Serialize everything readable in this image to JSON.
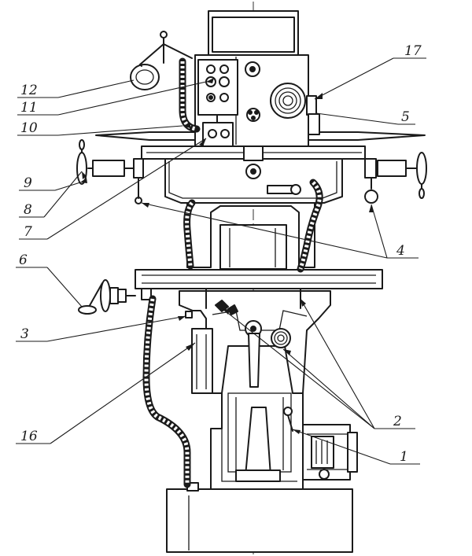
{
  "callouts": [
    {
      "id": "c1",
      "text": "1"
    },
    {
      "id": "c2",
      "text": "2"
    },
    {
      "id": "c3",
      "text": "3"
    },
    {
      "id": "c4",
      "text": "4"
    },
    {
      "id": "c5",
      "text": "5"
    },
    {
      "id": "c6",
      "text": "6"
    },
    {
      "id": "c7",
      "text": "7"
    },
    {
      "id": "c8",
      "text": "8"
    },
    {
      "id": "c9",
      "text": "9"
    },
    {
      "id": "c10",
      "text": "10"
    },
    {
      "id": "c11",
      "text": "11"
    },
    {
      "id": "c12",
      "text": "12"
    },
    {
      "id": "c16",
      "text": "16"
    },
    {
      "id": "c17",
      "text": "17"
    }
  ],
  "colors": {
    "ink": "#1a1a1a",
    "paper": "#ffffff"
  }
}
